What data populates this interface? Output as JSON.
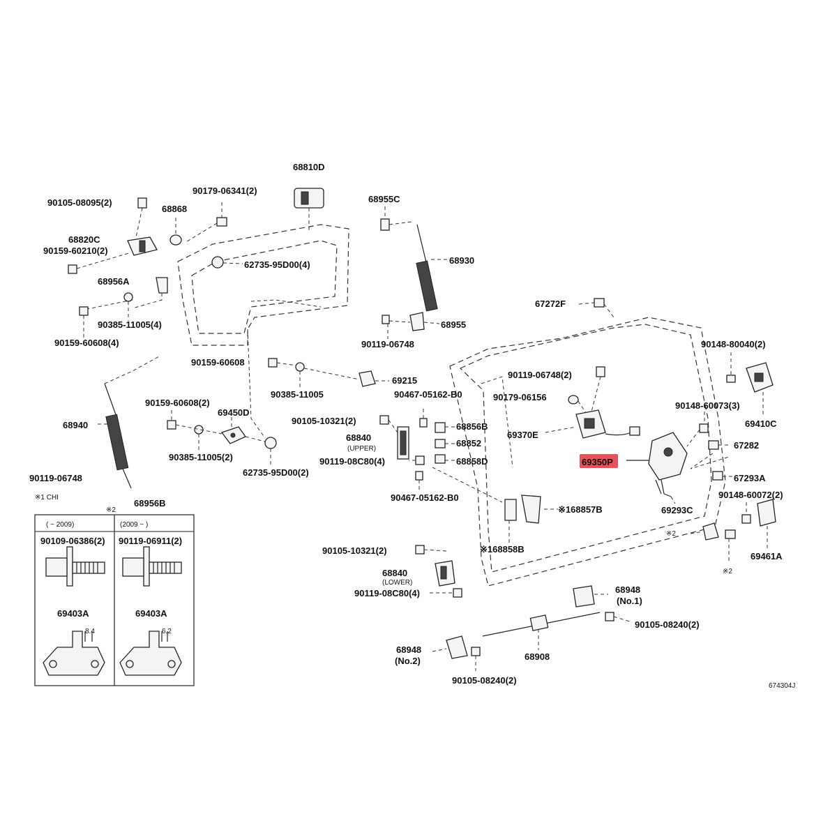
{
  "parts": {
    "p68810D": "68810D",
    "p90105_08095": "90105-08095(2)",
    "p90179_06341": "90179-06341(2)",
    "p68868": "68868",
    "p68955C": "68955C",
    "p68820C": "68820C",
    "p90159_60210": "90159-60210(2)",
    "p62735_95D00_4": "62735-95D00(4)",
    "p68930": "68930",
    "p68956A": "68956A",
    "p90385_11005_4": "90385-11005(4)",
    "p90159_60608_4": "90159-60608(4)",
    "p67272F": "67272F",
    "p68955": "68955",
    "p90119_06748_a": "90119-06748",
    "p90148_80040": "90148-80040(2)",
    "p90159_60608_a": "90159-60608",
    "p69215": "69215",
    "p90385_11005_a": "90385-11005",
    "p90119_06748_2": "90119-06748(2)",
    "p90467_05162_a": "90467-05162-B0",
    "p90179_06156": "90179-06156",
    "p90148_60073": "90148-60073(3)",
    "p69410C": "69410C",
    "p90159_60608_2": "90159-60608(2)",
    "p69450D": "69450D",
    "p90105_10321_a": "90105-10321(2)",
    "p68856B": "68856B",
    "p68940": "68940",
    "p68840_u": "68840",
    "upper": "(UPPER)",
    "p68852": "68852",
    "p69370E": "69370E",
    "p67282": "67282",
    "p90119_08C80_a": "90119-08C80(4)",
    "p68858D": "68858D",
    "p69350P": "69350P",
    "p90385_11005_2": "90385-11005(2)",
    "p62735_95D00_2": "62735-95D00(2)",
    "p67293A": "67293A",
    "p90119_06748_b": "90119-06748",
    "p90467_05162_b": "90467-05162-B0",
    "p90148_60072": "90148-60072(2)",
    "p68956B": "68956B",
    "note1": "※1  CHI",
    "note2": "※2",
    "p68857B": "※168857B",
    "p69293C": "69293C",
    "tableA": "(    − 2009)",
    "tableB": "(2009 −     )",
    "p90109_06386": "90109-06386(2)",
    "p90119_06911": "90119-06911(2)",
    "p90105_10321_b": "90105-10321(2)",
    "p68858B": "※168858B",
    "star2a": "※2",
    "p69461A": "69461A",
    "star2b": "※2",
    "p68840_l": "68840",
    "lower": "(LOWER)",
    "p90119_08C80_b": "90119-08C80(4)",
    "p68948_1": "68948",
    "no1": "(No.1)",
    "p69403A_a": "69403A",
    "p69403A_b": "69403A",
    "p90105_08240_a": "90105-08240(2)",
    "dim84": "8.4",
    "dim62": "6.2",
    "p68948_2": "68948",
    "no2": "(No.2)",
    "p68908": "68908",
    "p90105_08240_b": "90105-08240(2)",
    "figno": "674304J"
  },
  "colors": {
    "highlight": "#e8505b",
    "line": "#222222"
  }
}
